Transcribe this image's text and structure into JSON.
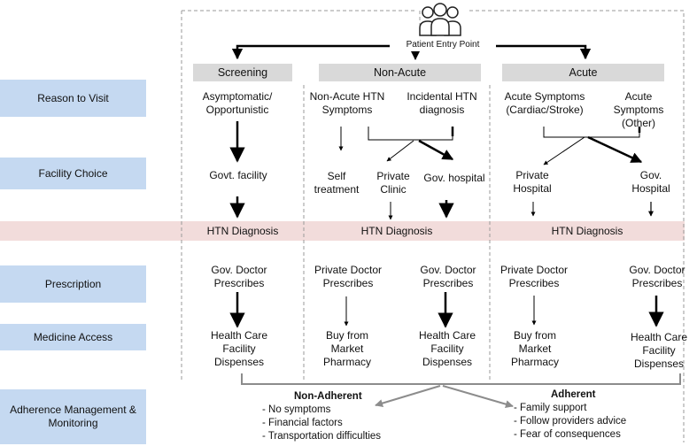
{
  "entry": {
    "label": "Patient Entry Point",
    "icon": "people-group-icon"
  },
  "stages": [
    {
      "label": "Reason to Visit"
    },
    {
      "label": "Facility Choice"
    },
    {
      "label": "Prescription"
    },
    {
      "label": "Medicine Access"
    },
    {
      "label": "Adherence Management & Monitoring"
    }
  ],
  "pathways": [
    {
      "label": "Screening"
    },
    {
      "label": "Non-Acute"
    },
    {
      "label": "Acute"
    }
  ],
  "reasons": {
    "screening": "Asymptomatic/ Opportunistic",
    "nonacute_symptoms": "Non-Acute HTN Symptoms",
    "incidental": "Incidental HTN diagnosis",
    "acute_cardiac": "Acute Symptoms (Cardiac/Stroke)",
    "acute_other": "Acute Symptoms (Other)"
  },
  "facilities": {
    "govt_facility": "Govt. facility",
    "self_treatment": "Self treatment",
    "private_clinic": "Private Clinic",
    "gov_hospital_1": "Gov. hospital",
    "private_hospital": "Private Hospital",
    "gov_hospital_2": "Gov. Hospital"
  },
  "diagnosis": {
    "screening": "HTN Diagnosis",
    "nonacute": "HTN Diagnosis",
    "acute": "HTN Diagnosis"
  },
  "prescription": {
    "gov_doctor_1": "Gov. Doctor Prescribes",
    "private_doctor_1": "Private Doctor Prescribes",
    "gov_doctor_2": "Gov. Doctor Prescribes",
    "private_doctor_2": "Private Doctor Prescribes",
    "gov_doctor_3": "Gov. Doctor Prescribes"
  },
  "access": {
    "hcf_1": "Health Care Facility Dispenses",
    "market_1": "Buy from Market Pharmacy",
    "hcf_2": "Health Care Facility Dispenses",
    "market_2": "Buy from Market Pharmacy",
    "hcf_3": "Health Care Facility Dispenses"
  },
  "adherence": {
    "non_adherent": {
      "title": "Non-Adherent",
      "items": [
        "- No symptoms",
        "- Financial factors",
        "- Transportation difficulties"
      ]
    },
    "adherent": {
      "title": "Adherent",
      "items": [
        "- Family support",
        "- Follow providers advice",
        "- Fear of consequences"
      ]
    }
  },
  "colors": {
    "stage_fill": "#c5d9f1",
    "header_fill": "#d9d9d9",
    "diagnosis_band": "#f2dcdb",
    "connector_gray": "#8c8c8c"
  }
}
